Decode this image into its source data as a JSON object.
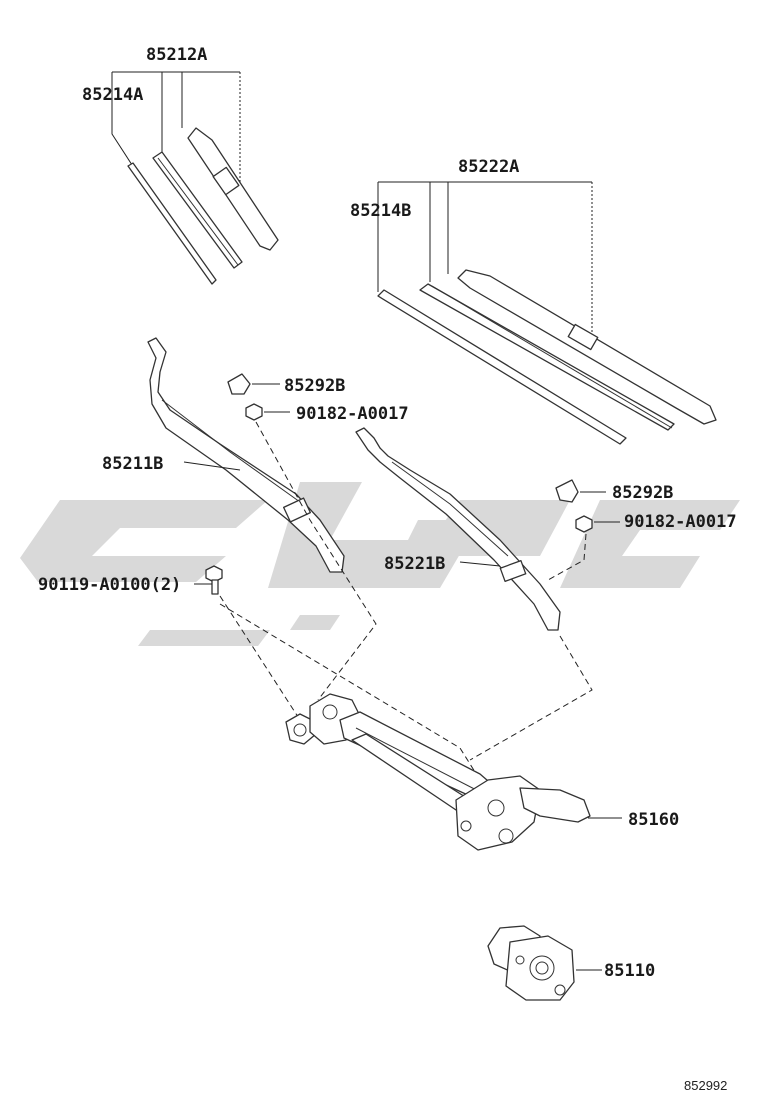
{
  "diagram": {
    "labels": {
      "p85212A": "85212A",
      "p85214A": "85214A",
      "p85222A": "85222A",
      "p85214B": "85214B",
      "p85292B_left": "85292B",
      "p90182_left": "90182-A0017",
      "p85211B": "85211B",
      "p85292B_right": "85292B",
      "p90182_right": "90182-A0017",
      "p85221B": "85221B",
      "p90119": "90119-A0100(2)",
      "p85160": "85160",
      "p85110": "85110"
    },
    "figure_ref": "852992",
    "watermark_color": "#d9d9d9"
  }
}
